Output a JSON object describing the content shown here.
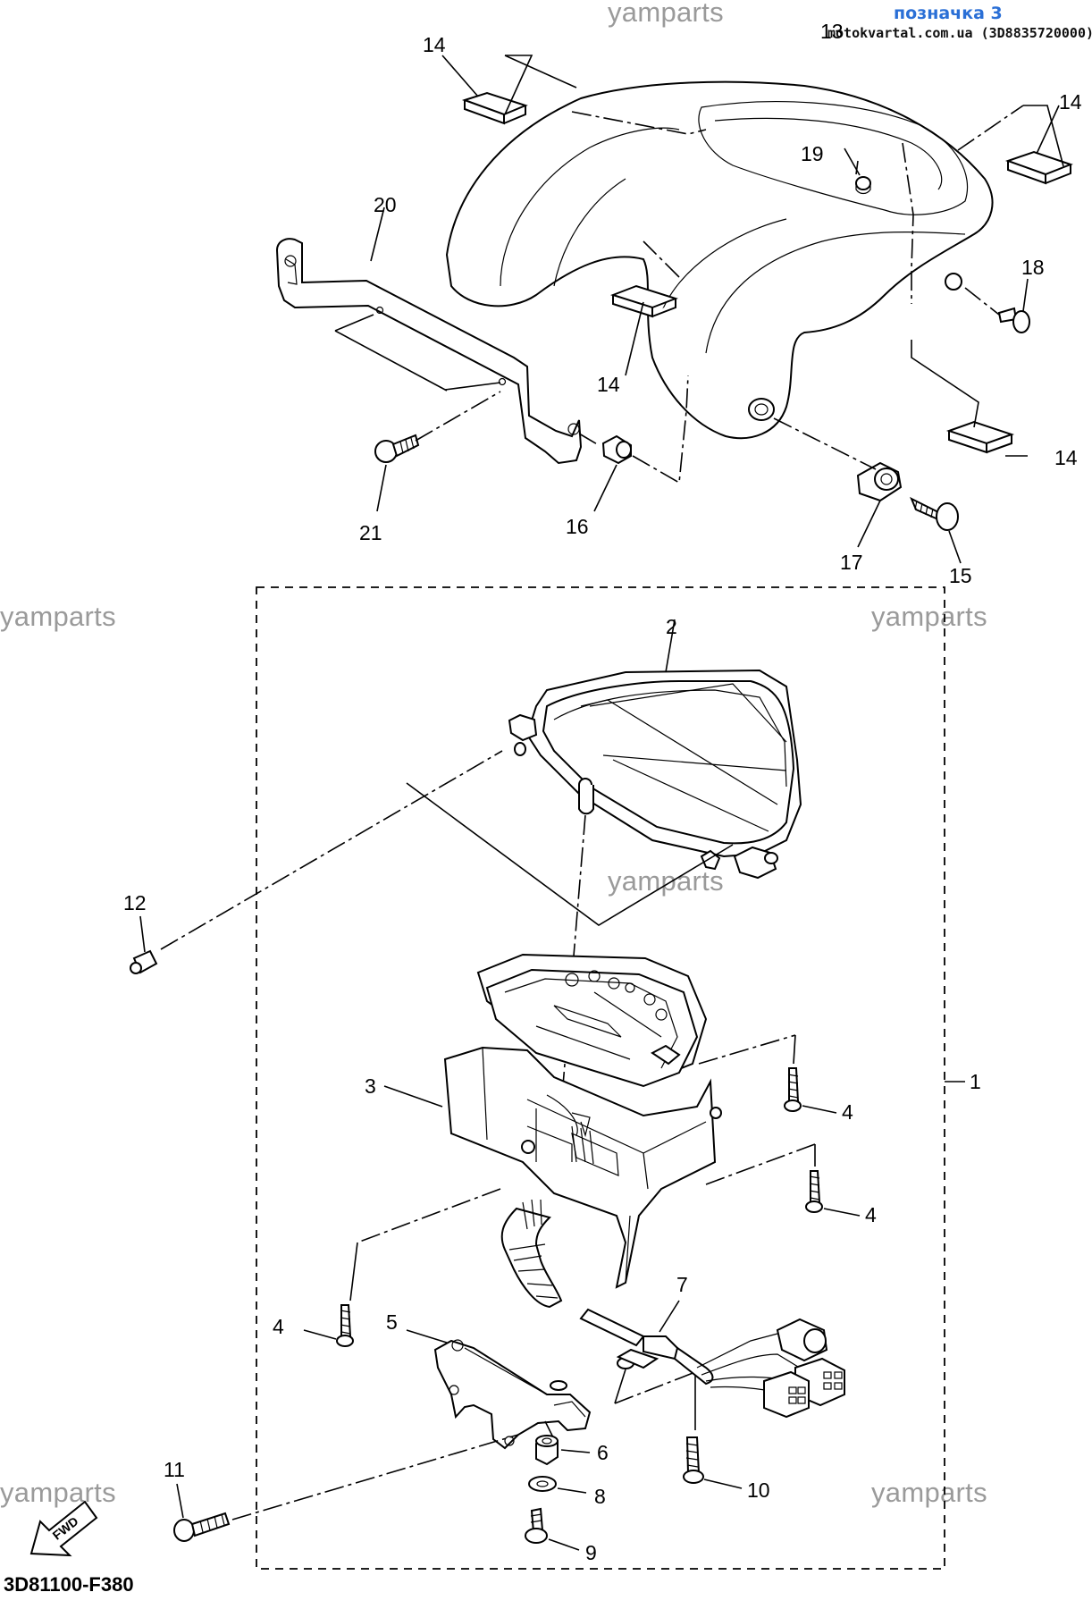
{
  "watermarks": [
    "yamparts",
    "yamparts",
    "yamparts",
    "yamparts",
    "yamparts",
    "yamparts"
  ],
  "header": {
    "label": "позначка 3",
    "site": "motokvartal.com.ua (3D8835720000)"
  },
  "part_number": "3D81100-F380",
  "fwd_label": "FWD",
  "callouts": {
    "c1": "1",
    "c2": "2",
    "c3": "3",
    "c4a": "4",
    "c4b": "4",
    "c4c": "4",
    "c5": "5",
    "c6": "6",
    "c7": "7",
    "c8": "8",
    "c9": "9",
    "c10": "10",
    "c11": "11",
    "c12": "12",
    "c13": "13",
    "c14a": "14",
    "c14b": "14",
    "c14c": "14",
    "c14d": "14",
    "c15": "15",
    "c16": "16",
    "c17": "17",
    "c18": "18",
    "c19": "19",
    "c20": "20",
    "c21": "21"
  }
}
